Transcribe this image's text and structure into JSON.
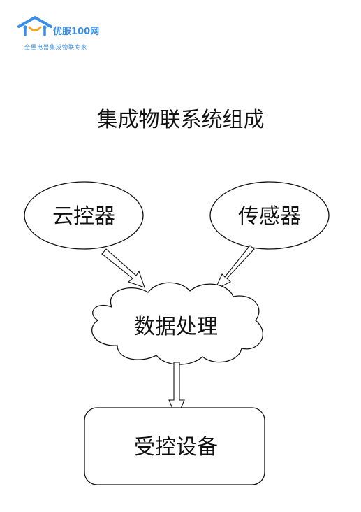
{
  "logo": {
    "brand": "优服100网",
    "tagline": "全屋电器集成物联专家",
    "color": "#3a8ee6"
  },
  "title": "集成物联系统组成",
  "nodes": {
    "cloud_controller": "云控器",
    "sensor": "传感器",
    "data_processing": "数据处理",
    "controlled_device": "受控设备"
  }
}
